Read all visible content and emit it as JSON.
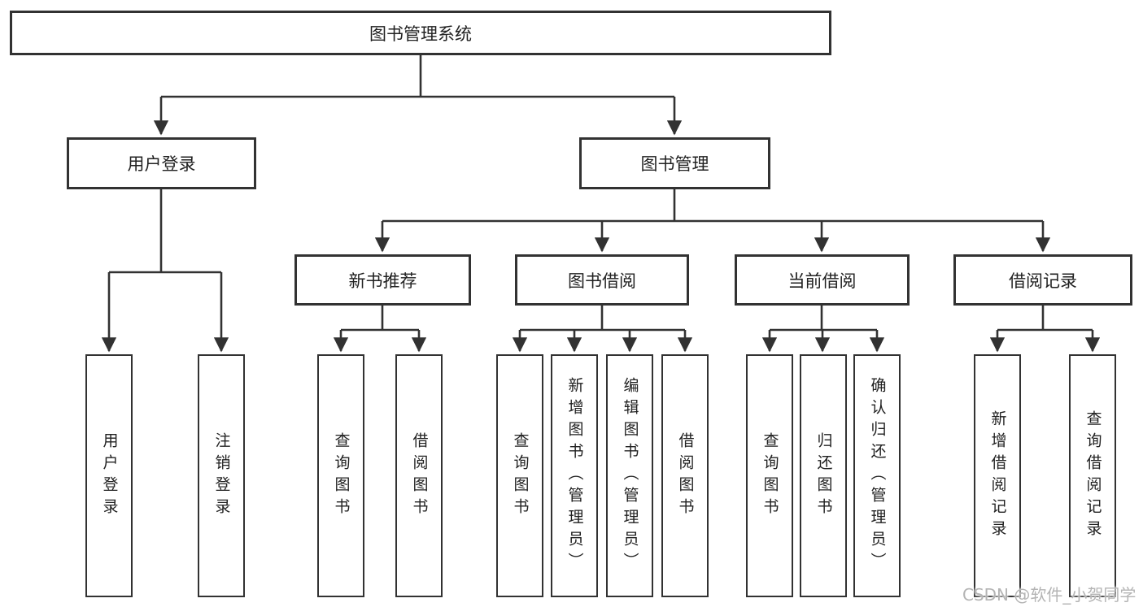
{
  "diagram": {
    "title": "图书管理系统",
    "root": {
      "label": "图书管理系统"
    },
    "level2": {
      "user_login": {
        "label": "用户登录"
      },
      "book_mgmt": {
        "label": "图书管理"
      }
    },
    "level3": {
      "new_book_rec": {
        "label": "新书推荐"
      },
      "book_borrow": {
        "label": "图书借阅"
      },
      "current_borrow": {
        "label": "当前借阅"
      },
      "borrow_records": {
        "label": "借阅记录"
      }
    },
    "leaves": {
      "user_login": [
        "用户登录",
        "注销登录"
      ],
      "new_book_rec": [
        "查询图书",
        "借阅图书"
      ],
      "book_borrow": [
        "查询图书",
        "新增图书（管理员）",
        "编辑图书（管理员）",
        "借阅图书"
      ],
      "current_borrow": [
        "查询图书",
        "归还图书",
        "确认归还（管理员）"
      ],
      "borrow_records": [
        "新增借阅记录",
        "查询借阅记录"
      ]
    }
  },
  "watermark": "CSDN @软件_小贺同学",
  "colors": {
    "line": "#323232",
    "text": "#212121",
    "watermark": "#b4b4b4",
    "background": "#ffffff"
  }
}
